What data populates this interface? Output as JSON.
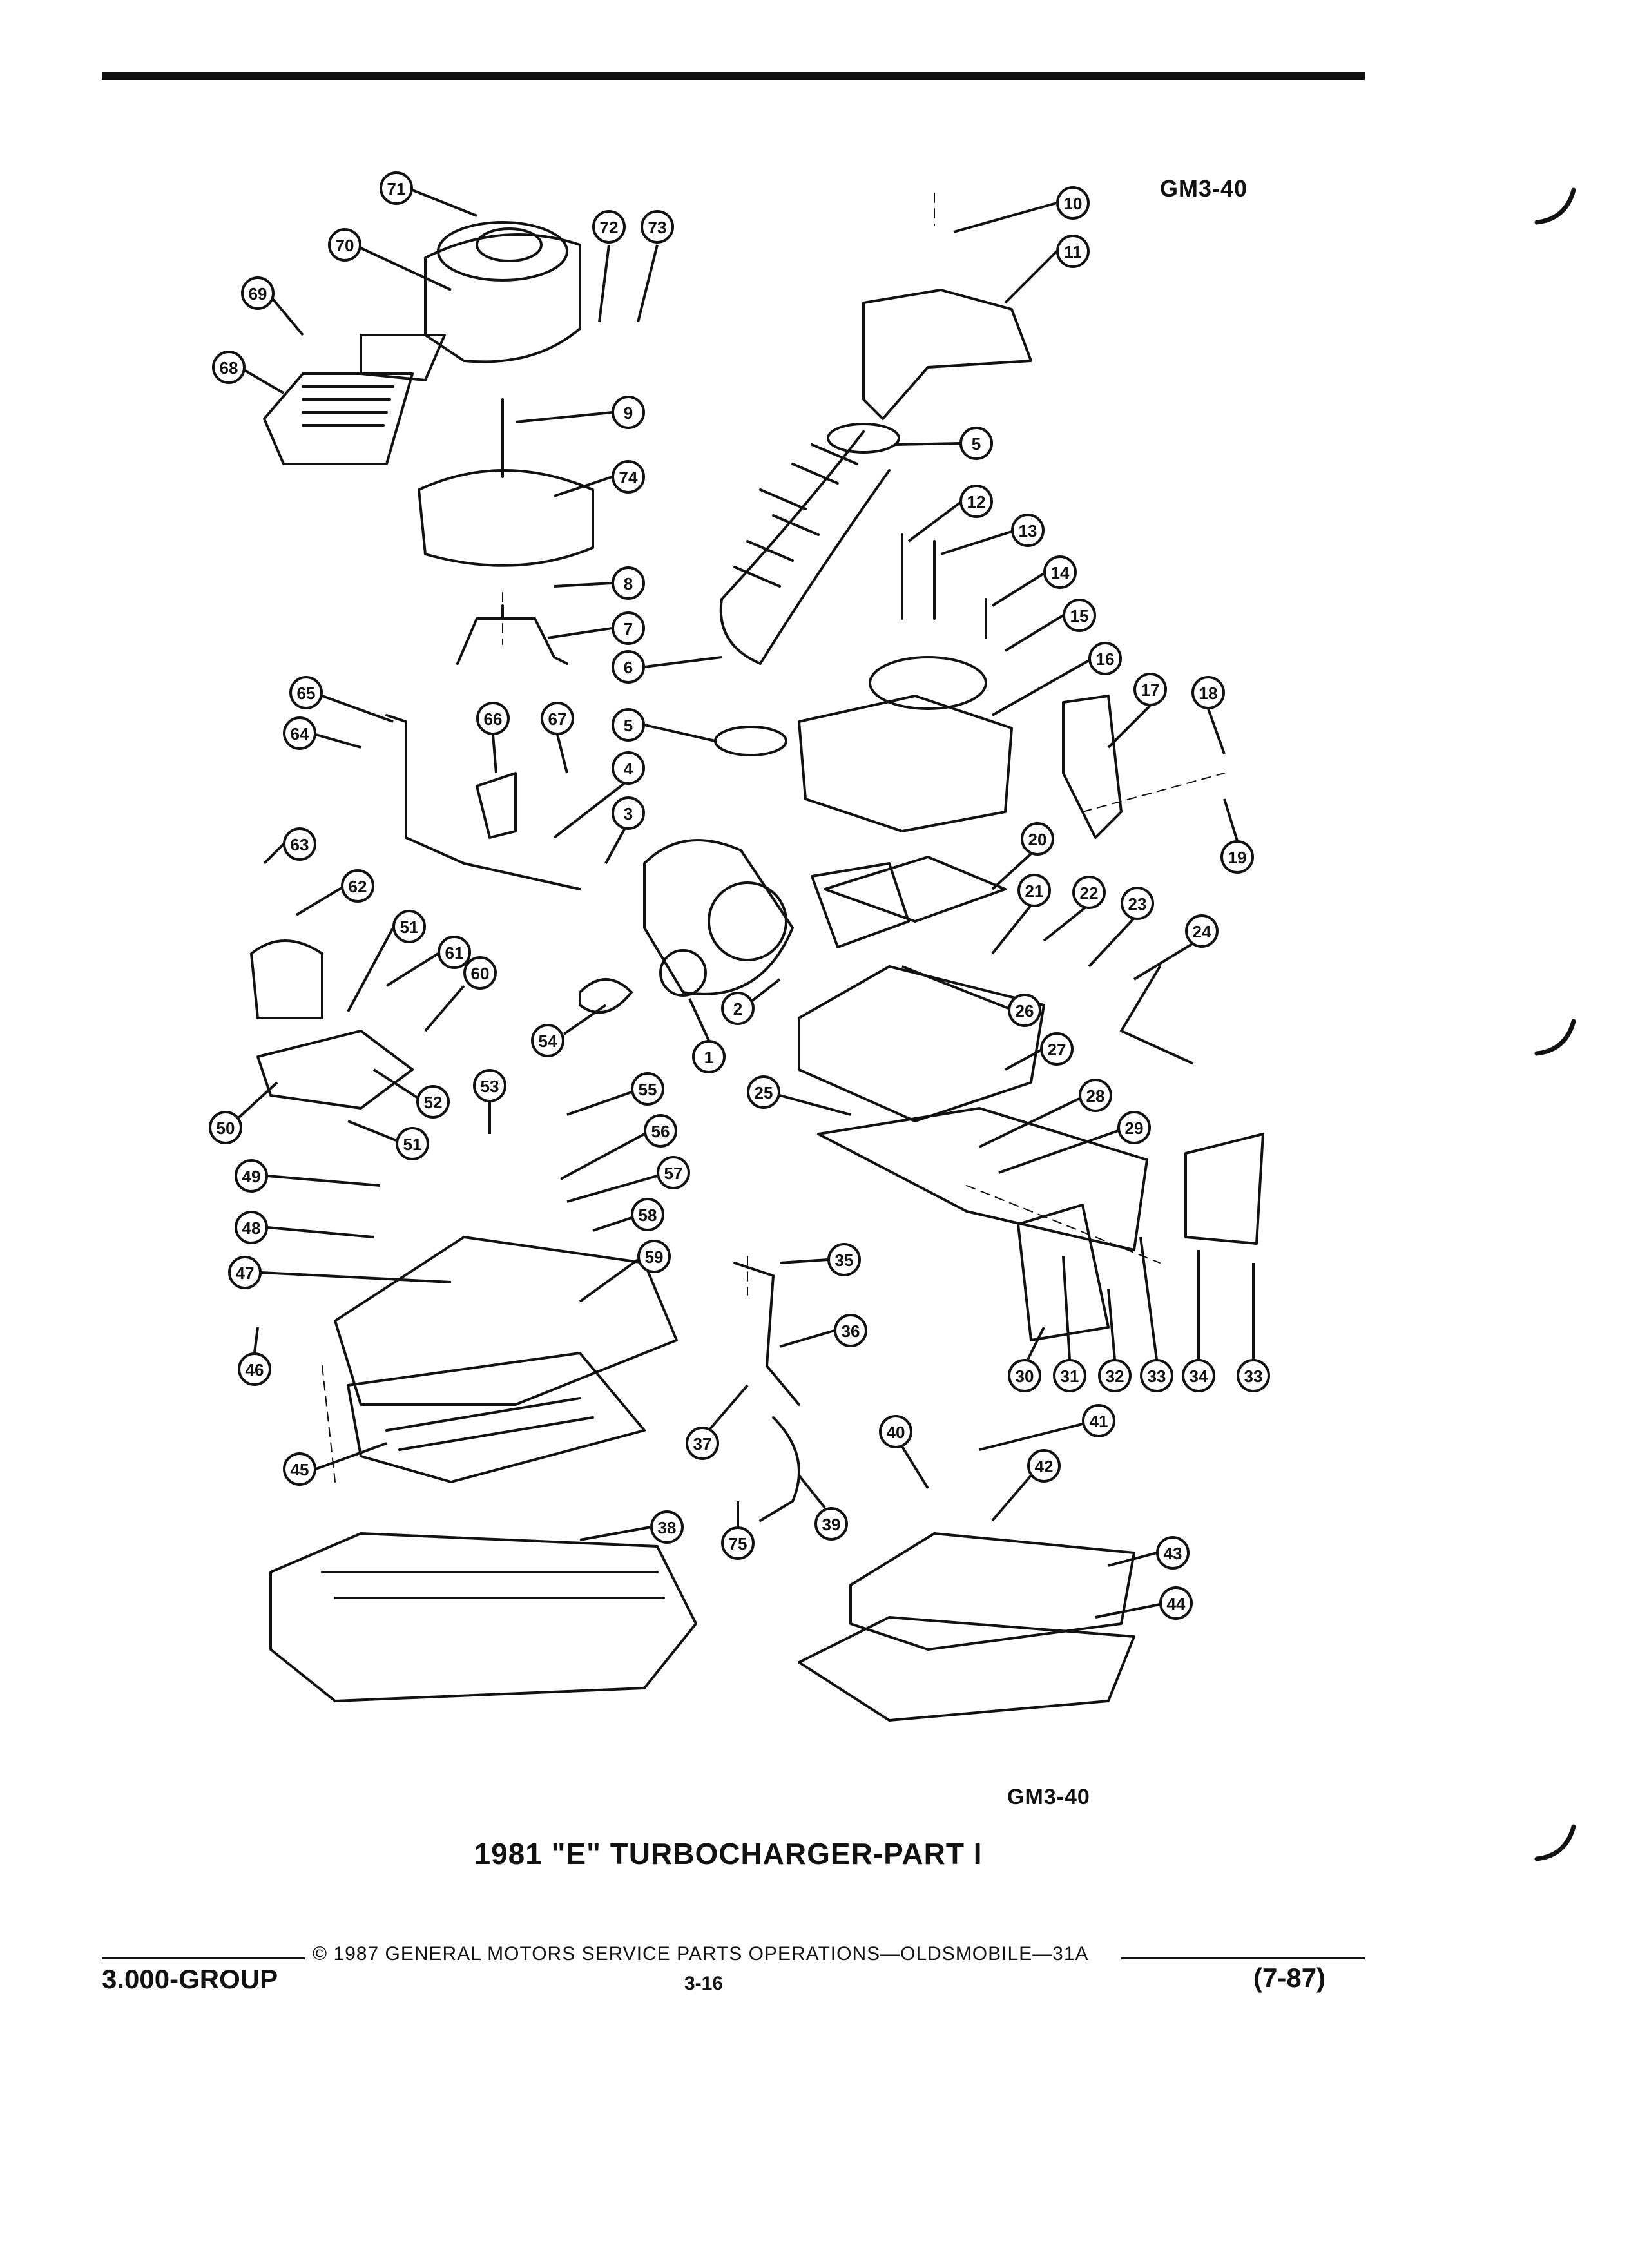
{
  "header": {
    "figure_code_top": "GM3-40"
  },
  "diagram": {
    "callouts": [
      "1",
      "2",
      "3",
      "4",
      "5",
      "5",
      "6",
      "7",
      "8",
      "9",
      "10",
      "11",
      "12",
      "13",
      "14",
      "15",
      "16",
      "17",
      "18",
      "19",
      "20",
      "21",
      "22",
      "23",
      "24",
      "25",
      "26",
      "27",
      "28",
      "29",
      "30",
      "31",
      "32",
      "33",
      "33",
      "34",
      "35",
      "36",
      "37",
      "38",
      "39",
      "40",
      "41",
      "42",
      "43",
      "44",
      "45",
      "46",
      "47",
      "48",
      "49",
      "50",
      "51",
      "51",
      "52",
      "53",
      "54",
      "55",
      "56",
      "57",
      "58",
      "59",
      "60",
      "61",
      "62",
      "63",
      "64",
      "65",
      "66",
      "67",
      "68",
      "69",
      "70",
      "71",
      "72",
      "73",
      "74",
      "75"
    ]
  },
  "figure": {
    "code_bottom": "GM3-40",
    "title": "1981 \"E\" TURBOCHARGER-PART I"
  },
  "footer": {
    "copyright": "© 1987 GENERAL MOTORS SERVICE PARTS OPERATIONS—OLDSMOBILE—31A",
    "group": "3.000-GROUP",
    "page": "3-16",
    "date": "(7-87)"
  }
}
